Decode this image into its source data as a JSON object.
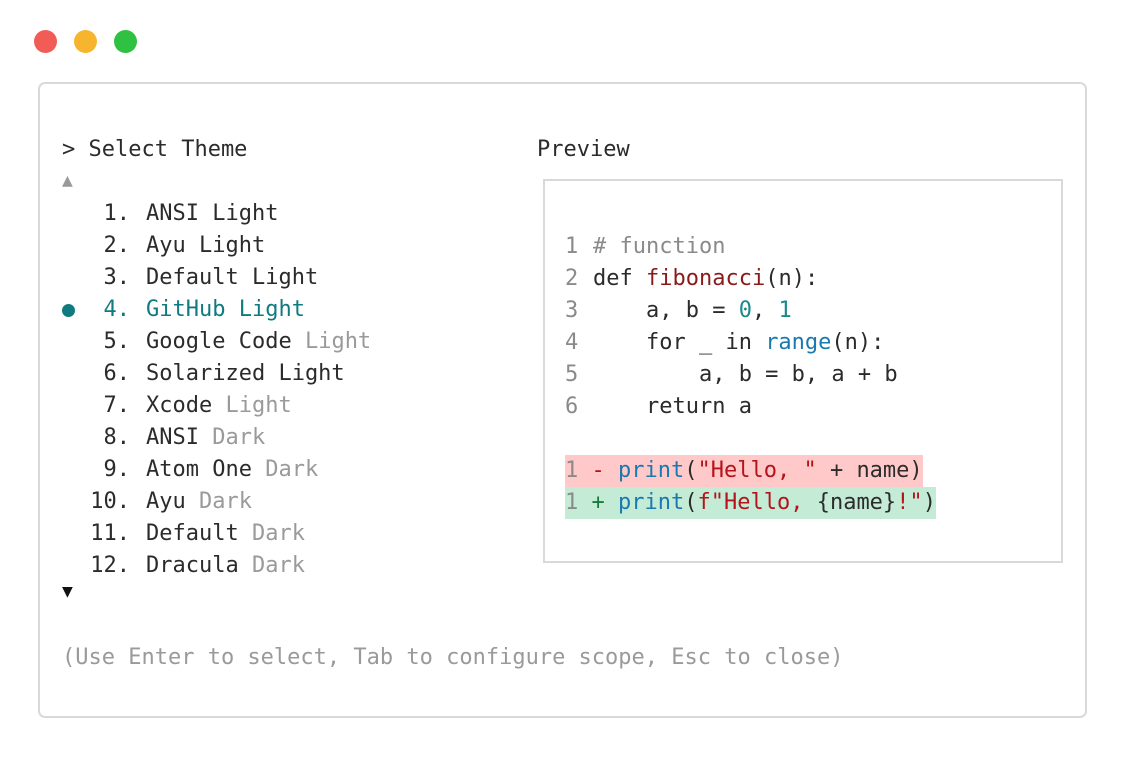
{
  "window": {
    "controls": [
      "close",
      "minimize",
      "maximize"
    ],
    "colors": {
      "close": "#f25c57",
      "minimize": "#f7b52e",
      "maximize": "#2fc141"
    }
  },
  "theme_selector": {
    "title": "> Select Theme",
    "scroll_up": "▲",
    "scroll_down": "▼",
    "items": [
      {
        "num": "1.",
        "name": "ANSI Light",
        "suffix": "",
        "selected": false
      },
      {
        "num": "2.",
        "name": "Ayu Light",
        "suffix": "",
        "selected": false
      },
      {
        "num": "3.",
        "name": "Default Light",
        "suffix": "",
        "selected": false
      },
      {
        "num": "4.",
        "name": "GitHub Light",
        "suffix": "",
        "selected": true
      },
      {
        "num": "5.",
        "name": "Google Code ",
        "suffix": "Light",
        "selected": false
      },
      {
        "num": "6.",
        "name": "Solarized Light",
        "suffix": "",
        "selected": false
      },
      {
        "num": "7.",
        "name": "Xcode ",
        "suffix": "Light",
        "selected": false
      },
      {
        "num": "8.",
        "name": "ANSI ",
        "suffix": "Dark",
        "selected": false
      },
      {
        "num": "9.",
        "name": "Atom One ",
        "suffix": "Dark",
        "selected": false
      },
      {
        "num": "10.",
        "name": "Ayu ",
        "suffix": "Dark",
        "selected": false
      },
      {
        "num": "11.",
        "name": "Default ",
        "suffix": "Dark",
        "selected": false
      },
      {
        "num": "12.",
        "name": "Dracula ",
        "suffix": "Dark",
        "selected": false
      }
    ],
    "accent_color": "#0f7b80"
  },
  "preview": {
    "title": "Preview",
    "code": {
      "l1": {
        "n": "1",
        "comment": "# function"
      },
      "l2": {
        "n": "2",
        "kw": "def ",
        "fn": "fibonacci",
        "rest": "(n):"
      },
      "l3": {
        "n": "3",
        "pre": "    a, b = ",
        "v0": "0",
        "mid": ", ",
        "v1": "1"
      },
      "l4": {
        "n": "4",
        "pre": "    for _ in ",
        "builtin": "range",
        "rest": "(n):"
      },
      "l5": {
        "n": "5",
        "text": "        a, b = b, a + b"
      },
      "l6": {
        "n": "6",
        "text": "    return a"
      }
    },
    "diff": {
      "del": {
        "n": "1",
        "sign": " - ",
        "fn": "print",
        "p1": "(",
        "str": "\"Hello, \"",
        "rest": " + name)"
      },
      "add": {
        "n": "1",
        "sign": " + ",
        "fn": "print",
        "p1": "(",
        "str": "f\"Hello, ",
        "interp": "{name}",
        "str2": "!\"",
        "rest": ")"
      }
    }
  },
  "hint": "(Use Enter to select, Tab to configure scope, Esc to close)"
}
